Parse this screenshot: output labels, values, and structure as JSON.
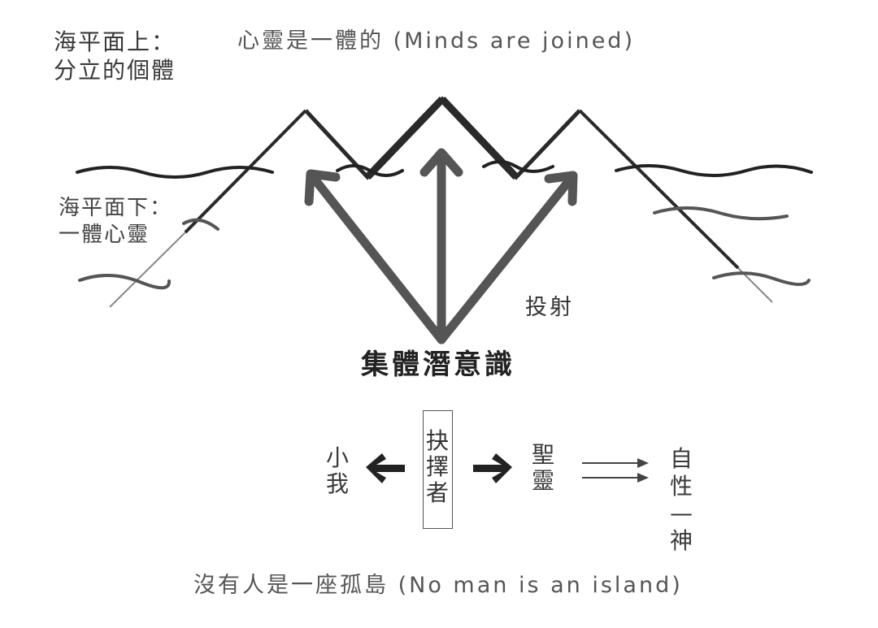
{
  "labels": {
    "above_sea_line1": "海平面上：",
    "above_sea_line2": "分立的個體",
    "top_title": "心靈是一體的 (Minds are joined)",
    "below_sea_line1": "海平面下：",
    "below_sea_line2": "一體心靈",
    "projection": "投射",
    "collective_unconscious": "集體潛意識",
    "ego": "小我",
    "chooser": "抉擇者",
    "holy_spirit": "聖靈",
    "self_god": "自性—神",
    "bottom_title": "沒有人是一座孤島 (No man is an island)"
  },
  "icons": {
    "left_arrow": "bold-left-arrow",
    "right_arrow": "bold-right-arrow",
    "double_arrow": "double-right-arrow",
    "projection_arrows": "three-upward-arrows"
  },
  "colors": {
    "mountain": "#2a2a2a",
    "arrows": "#555555",
    "waves": "#222222",
    "deep_waves": "#555555",
    "text": "#3a3a3a"
  }
}
